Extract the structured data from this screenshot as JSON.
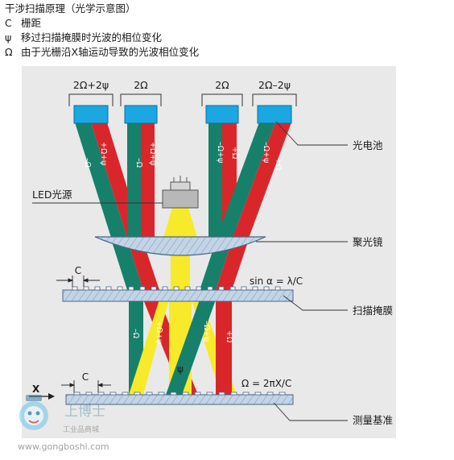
{
  "legend": {
    "title": "干涉扫描原理（光学示意图）",
    "items": [
      {
        "symbol": "C",
        "text": "栅距"
      },
      {
        "symbol": "ψ",
        "text": "移过扫描掩膜时光波的相位变化"
      },
      {
        "symbol": "Ω",
        "text": "由于光栅沿X轴运动导致的光波相位变化"
      }
    ]
  },
  "photocells": [
    "2Ω+2ψ",
    "2Ω",
    "2Ω",
    "2Ω–2ψ"
  ],
  "beam_labels_upper": [
    "+Ω+ψ",
    "–Ω",
    "+Ω+ψ",
    "–Ω",
    "–Ω+ψ",
    "+Ω",
    "–Ω+ψ",
    "+Ω"
  ],
  "beam_labels_lower": [
    "–Ω",
    "+Ω+ψ",
    "ψ",
    "–Ω+ψ",
    "+Ω"
  ],
  "labels": {
    "led": "LED光源",
    "photocell": "光电池",
    "condenser": "聚光镜",
    "scan_mask": "扫描掩膜",
    "scale": "测量基准",
    "sin_formula": "sin α = λ/C",
    "omega_formula": "Ω = 2πX/C",
    "c_upper": "C",
    "c_lower": "C",
    "x_axis": "X"
  },
  "watermark": {
    "brand": "上博士",
    "sub": "工业品商城",
    "url": "www.gongboshi.com"
  },
  "colors": {
    "frame_bg": "#e9e9e9",
    "green": "#17806a",
    "red": "#d9262b",
    "yellow": "#f7ea2a",
    "cell_blue": "#1aa7e2",
    "glass": "#b9cce0"
  }
}
